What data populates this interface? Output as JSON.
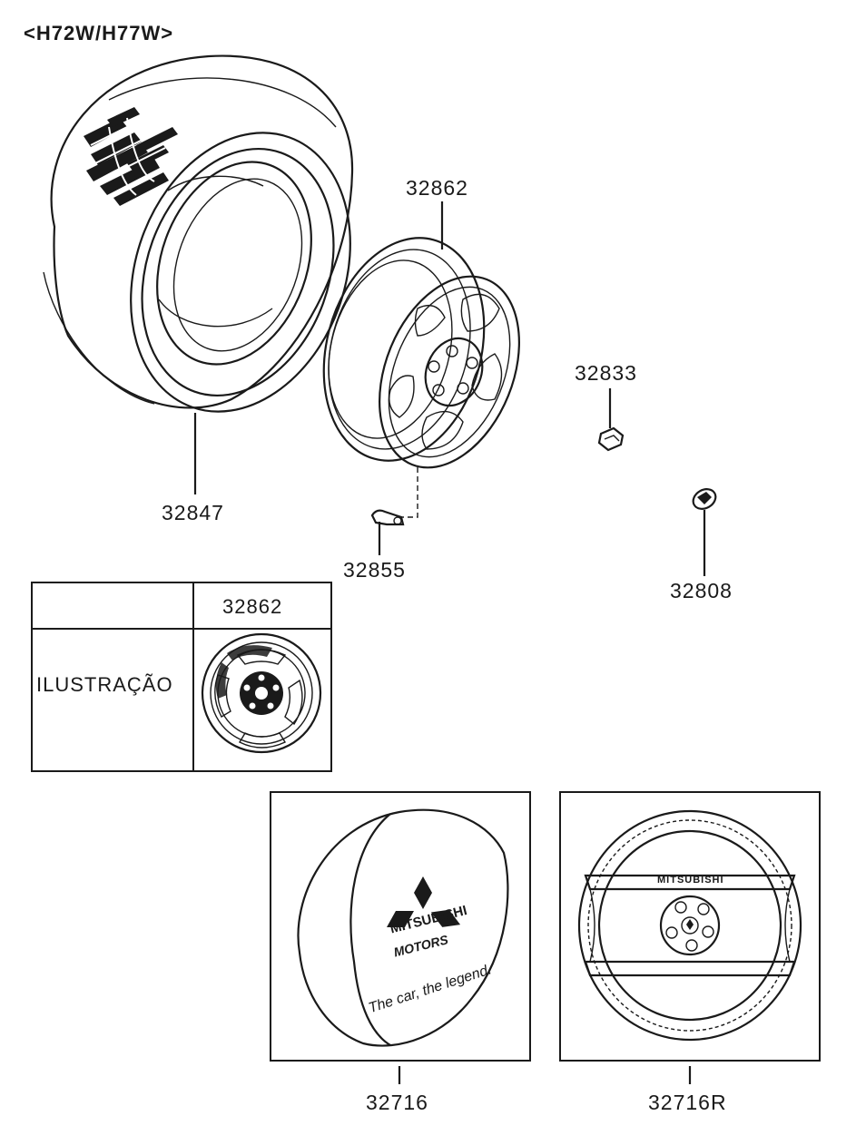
{
  "title": "<H72W/H77W>",
  "parts": {
    "tire": "32847",
    "wheel": "32862",
    "nut": "32833",
    "valve": "32855",
    "cap": "32808",
    "cover": "32716",
    "cover_r": "32716R"
  },
  "table": {
    "header_col2": "32862",
    "row_label": "ILUSTRAÇÃO"
  },
  "cover_print": {
    "brand_line1": "MITSUBISHI",
    "brand_line2": "MOTORS",
    "slogan": "The car, the legend."
  },
  "spare_print": {
    "brand": "MITSUBISHI"
  }
}
